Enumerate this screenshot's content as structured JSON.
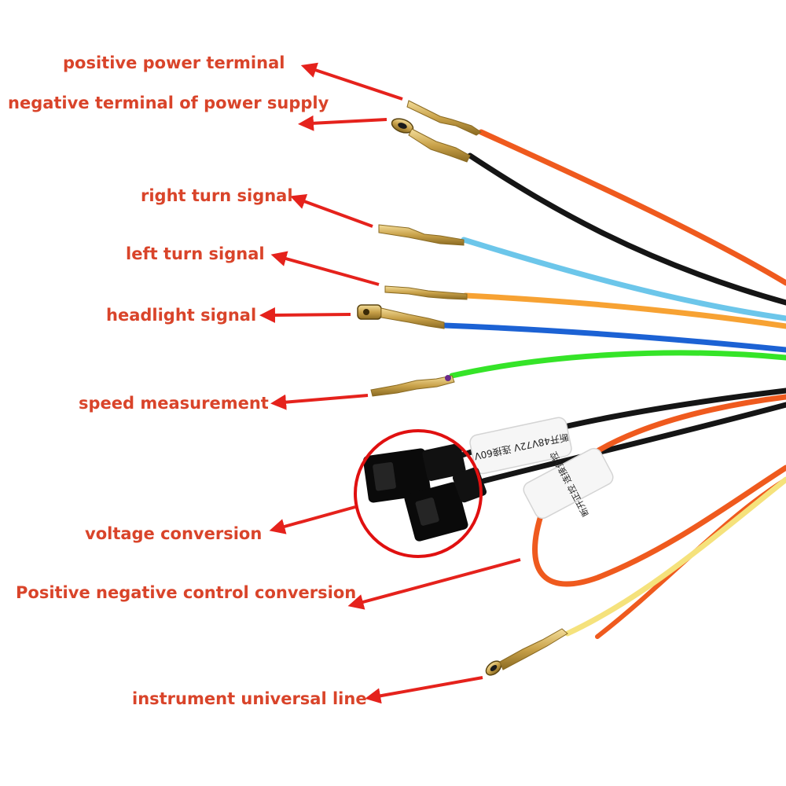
{
  "colors": {
    "label_text": "#d9442a",
    "arrow": "#e5221c",
    "wire_orange": "#ef5a1e",
    "wire_black": "#151515",
    "wire_light_blue": "#6cc6ea",
    "wire_amber": "#f7a233",
    "wire_blue": "#1c62d4",
    "wire_green": "#35e428",
    "wire_yellow": "#f5e27c",
    "terminal_brass": "#c9a24a",
    "connector_black": "#0a0a0a",
    "highlight_circle": "#e01010"
  },
  "labels": {
    "positive_power": "positive power terminal",
    "negative_power": "negative terminal of power supply",
    "right_turn": "right turn signal",
    "left_turn": "left turn signal",
    "headlight": "headlight signal",
    "speed": "speed measurement",
    "voltage": "voltage conversion",
    "pn_control": "Positive negative control conversion",
    "instrument": "instrument universal line"
  },
  "tags": {
    "voltage_tag": "断开48V72V 连接60V",
    "pn_tag": "断开正控 连接负控"
  },
  "icons": {
    "terminal": "spade-terminal-icon",
    "connector": "plug-connector-icon"
  }
}
